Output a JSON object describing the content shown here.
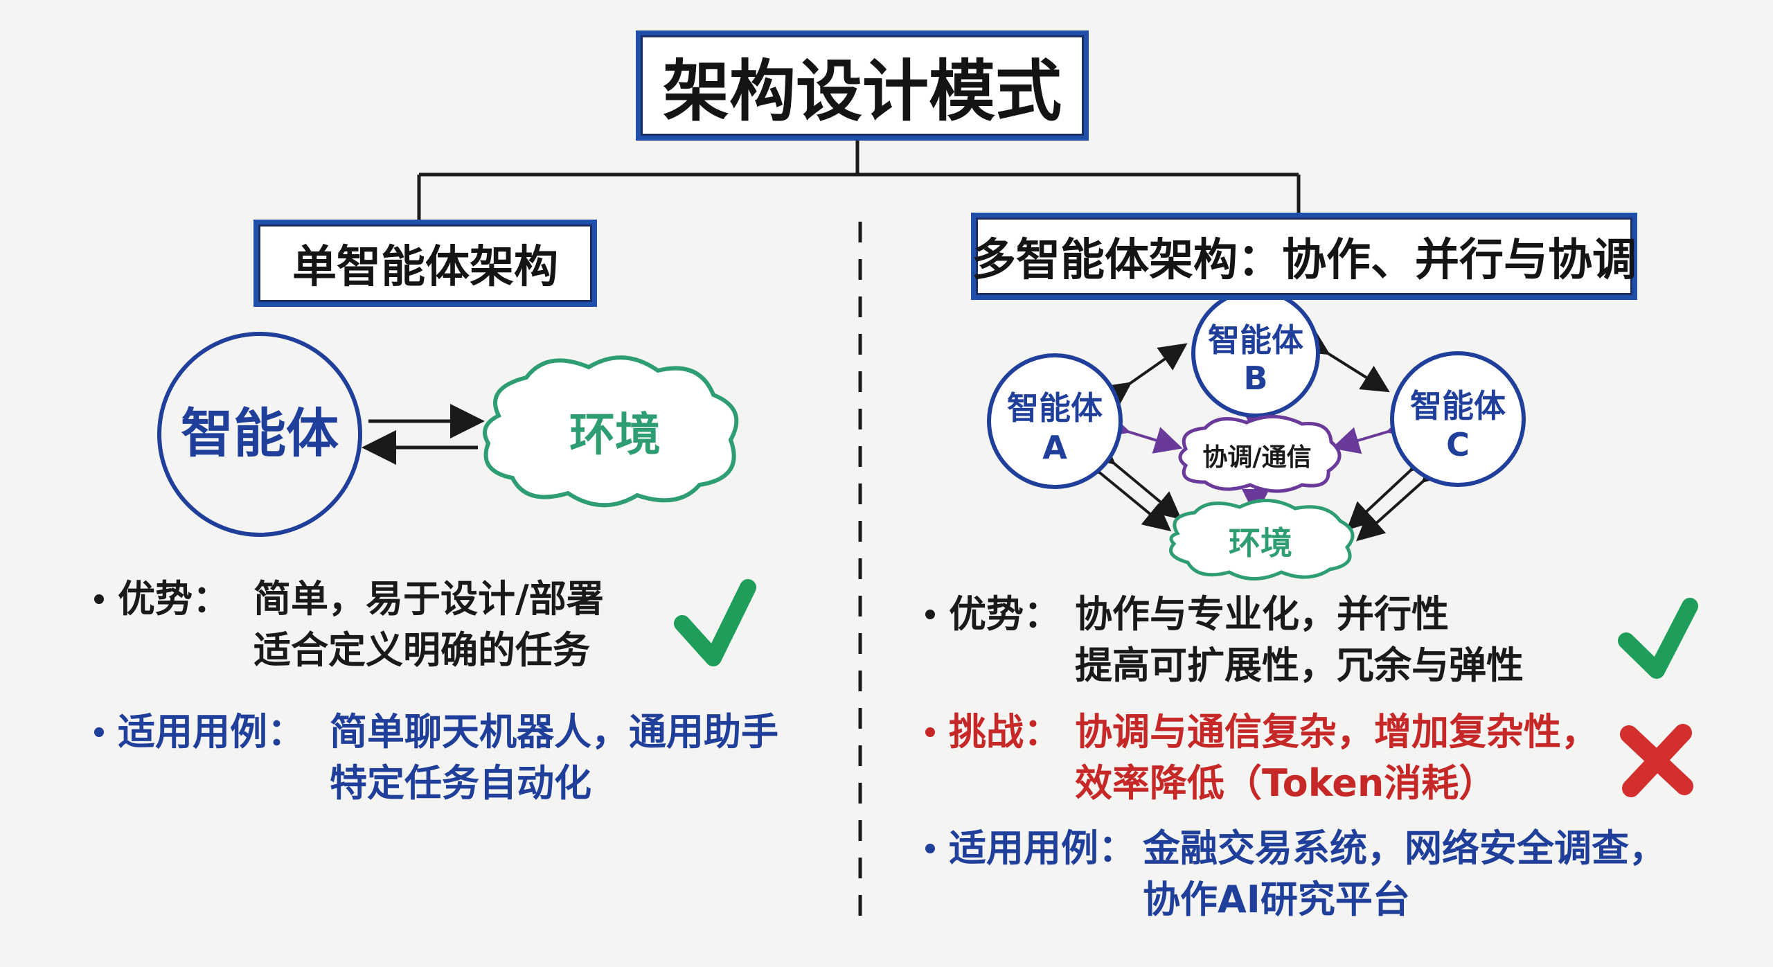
{
  "title": "架构设计模式",
  "single": {
    "heading": "单智能体架构",
    "agent_label": "智能体",
    "env_label": "环境",
    "advantages_label": "优势：",
    "advantages_line1": "简单，易于设计/部署",
    "advantages_line2": "适合定义明确的任务",
    "usecases_label": "适用用例：",
    "usecases_line1": "简单聊天机器人，通用助手",
    "usecases_line2": "特定任务自动化"
  },
  "multi": {
    "heading": "多智能体架构：协作、并行与协调",
    "agent_a_line1": "智能体",
    "agent_a_line2": "A",
    "agent_b_line1": "智能体",
    "agent_b_line2": "B",
    "agent_c_line1": "智能体",
    "agent_c_line2": "C",
    "coord_label": "协调/通信",
    "env_label": "环境",
    "advantages_label": "优势：",
    "advantages_line1": "协作与专业化，并行性",
    "advantages_line2": "提高可扩展性，冗余与弹性",
    "challenges_label": "挑战：",
    "challenges_line1": "协调与通信复杂，增加复杂性，",
    "challenges_line2": "效率降低（Token消耗）",
    "usecases_label": "适用用例：",
    "usecases_line1": "金融交易系统，网络安全调查，",
    "usecases_line2": "协作AI研究平台"
  },
  "colors": {
    "frame": "#1f4fa8",
    "agent_circle": "#1f3f9a",
    "environment": "#2e9e72",
    "coordination": "#6a3a9a",
    "check": "#1e9e5a",
    "cross": "#d32f2f",
    "challenge_text": "#c62828",
    "usecase_text": "#1f3f9a"
  }
}
